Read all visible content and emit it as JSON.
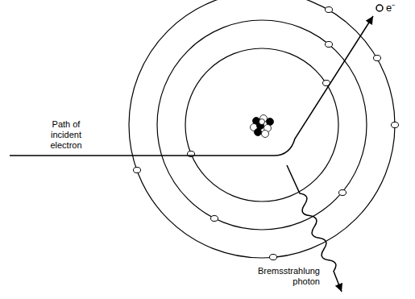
{
  "diagram": {
    "labels": [
      "Path of incident electron",
      "Bremsstrahlung photon",
      "e⁻"
    ]
  }
}
